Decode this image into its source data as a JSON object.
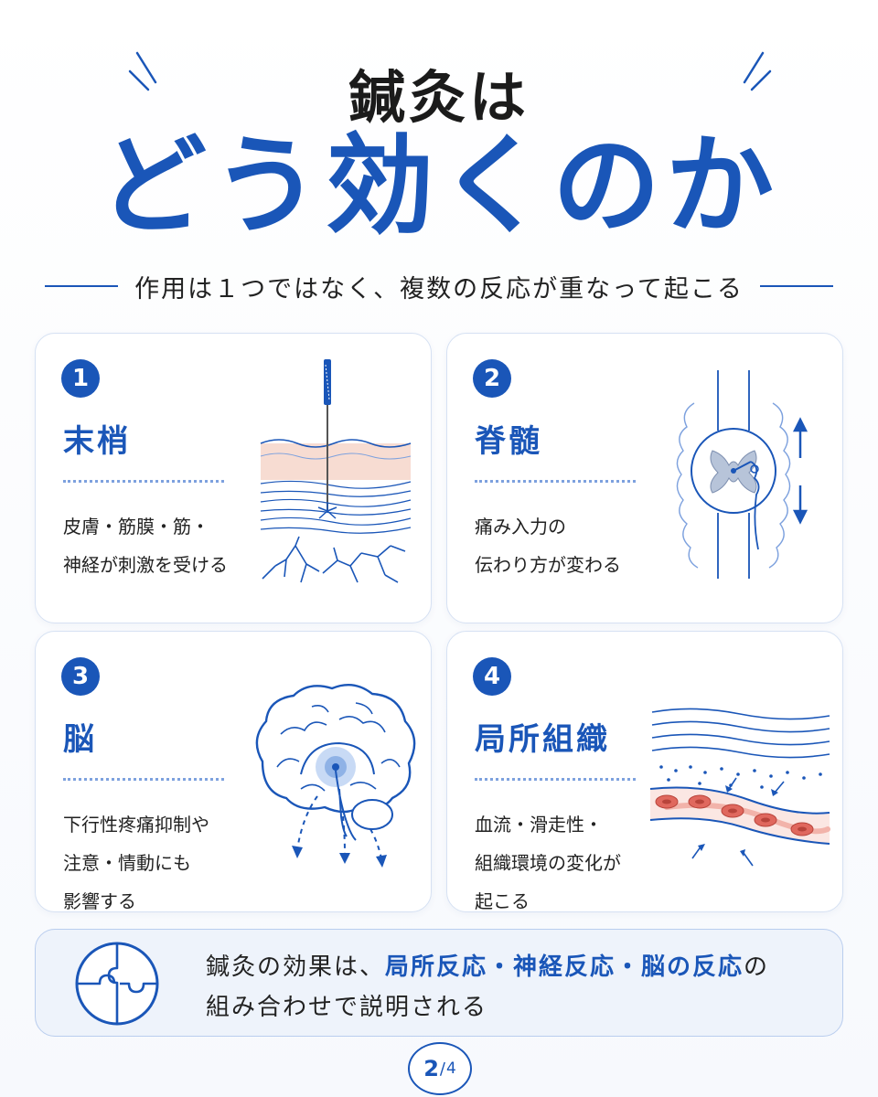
{
  "header": {
    "title_line1": "鍼灸は",
    "title_line2": "どう効くのか",
    "subtitle": "作用は１つではなく、複数の反応が重なって起こる"
  },
  "cards": [
    {
      "number": "1",
      "title": "末梢",
      "desc_lines": [
        "皮膚・筋膜・筋・",
        "神経が刺激を受ける"
      ],
      "icon": "needle-skin-nerve-icon"
    },
    {
      "number": "2",
      "title": "脊髄",
      "desc_lines": [
        "痛み入力の",
        "伝わり方が変わる"
      ],
      "icon": "spinal-cord-icon"
    },
    {
      "number": "3",
      "title": "脳",
      "desc_lines": [
        "下行性疼痛抑制や",
        "注意・情動にも",
        "影響する"
      ],
      "icon": "brain-icon"
    },
    {
      "number": "4",
      "title": "局所組織",
      "desc_lines": [
        "血流・滑走性・",
        "組織環境の変化が",
        "起こる"
      ],
      "icon": "blood-vessel-tissue-icon"
    }
  ],
  "summary": {
    "icon": "puzzle-icon",
    "line1_prefix": "鍼灸の効果は、",
    "line1_highlight": "局所反応・神経反応・脳の反応",
    "line1_suffix": "の",
    "line2": "組み合わせで説明される"
  },
  "pager": {
    "current": "2",
    "separator": "/",
    "total": "4"
  },
  "colors": {
    "accent": "#1a56b8",
    "card_border": "#d6e1f3",
    "summary_bg": "#eef3fb",
    "skin": "#f7dcd2",
    "blood_cell": "#e0685e"
  }
}
